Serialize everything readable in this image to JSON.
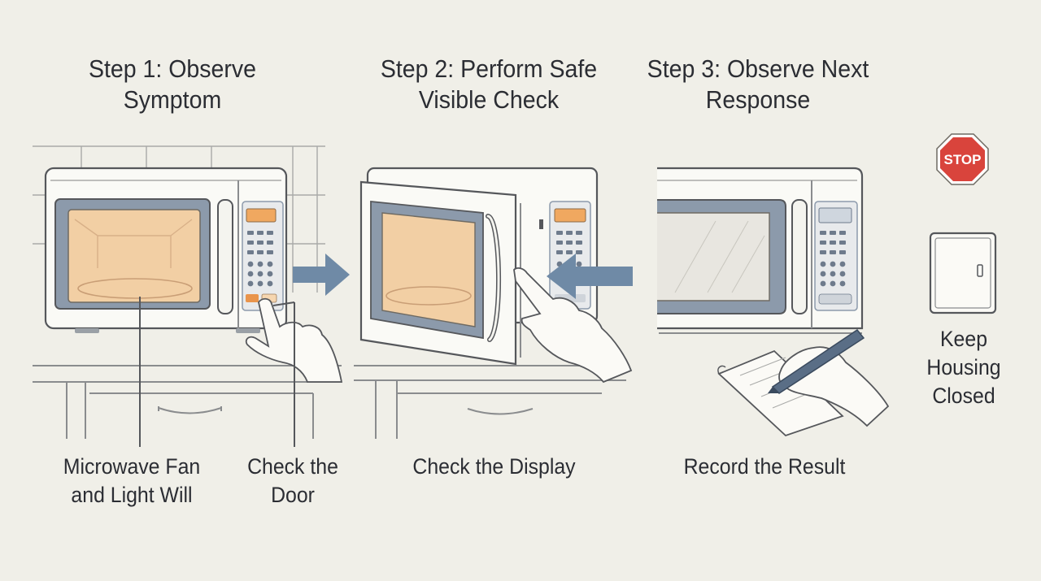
{
  "steps": [
    {
      "title": "Step 1: Observe Symptom"
    },
    {
      "title": "Step 2: Perform Safe Visible Check"
    },
    {
      "title": "Step 3: Observe Next Response"
    }
  ],
  "labels": {
    "fan_light": "Microwave Fan and Light Will",
    "check_door": "Check the Door",
    "check_display": "Check the Display",
    "record_result": "Record the Result",
    "keep_housing": "Keep Housing Closed"
  },
  "stop_sign": "STOP",
  "colors": {
    "background": "#f0efe8",
    "cavity_glow": "#f2cfa4",
    "window_frame": "#8c9aab",
    "arrow": "#6f8aa6",
    "display": "#f0a860",
    "stop_red": "#d9443c"
  },
  "icons": [
    "right-arrow-icon",
    "left-arrow-icon",
    "stop-sign-icon",
    "closed-housing-icon",
    "hand-icon",
    "pen-icon",
    "notepad-icon"
  ]
}
